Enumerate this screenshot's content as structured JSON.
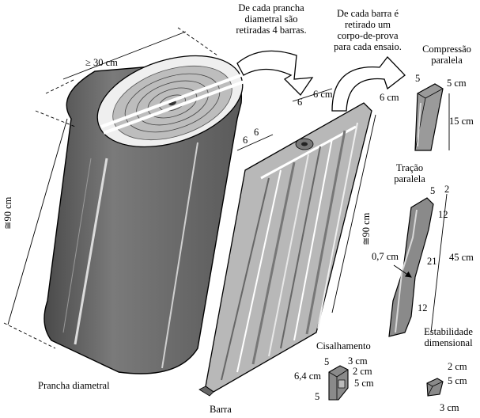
{
  "annotations": {
    "prancha_note": "De cada prancha\ndiametral são\nretiradas 4 barras.",
    "barra_note": "De cada barra é\nretirado um\ncorpo-de-prova\npara cada ensaio.",
    "diameter": "≥ 30 cm",
    "log_length": "≅90 cm",
    "plank_length": "≅90 cm",
    "plank_label": "Prancha diametral",
    "bar_label": "Barra",
    "cut_width_a": "6",
    "cut_width_b": "6",
    "cut_width_c": "6",
    "cut_width_d": "6 cm"
  },
  "specimens": {
    "compressao": {
      "title": "Compressão\nparalela",
      "dims": [
        "5",
        "5 cm",
        "15 cm"
      ]
    },
    "tracao": {
      "title": "Tração\nparalela",
      "dims": [
        "5",
        "2",
        "12",
        "21",
        "12",
        "45 cm",
        "0,7 cm"
      ]
    },
    "cisalhamento": {
      "title": "Cisalhamento",
      "dims": [
        "5",
        "3 cm",
        "2 cm",
        "6,4 cm",
        "5 cm",
        "5"
      ]
    },
    "estabilidade": {
      "title": "Estabilidade\ndimensional",
      "dims": [
        "2 cm",
        "5 cm",
        "3 cm"
      ]
    }
  }
}
